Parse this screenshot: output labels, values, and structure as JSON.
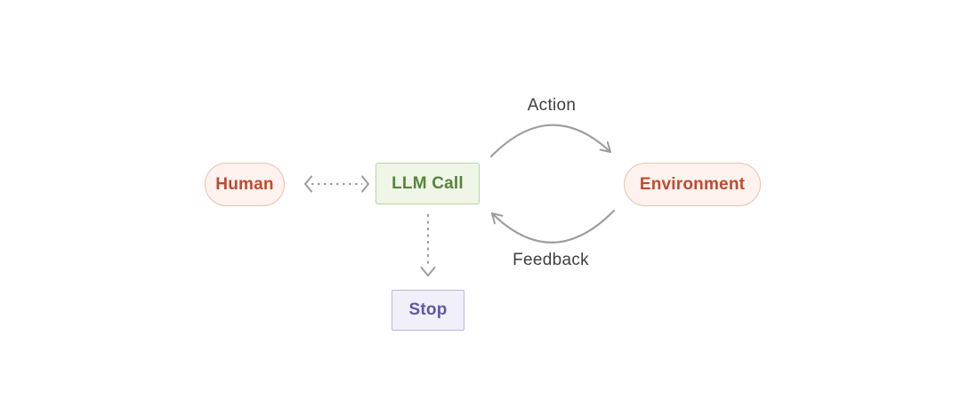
{
  "figure": {
    "title": "agent-environment loop diagram",
    "background": "#ffffff",
    "nodes": {
      "human": {
        "label": "Human",
        "shape": "pill",
        "text_color": "#bf4a31",
        "fill": "#fdf2ed",
        "border": "#e8c0b2"
      },
      "llm_call": {
        "label": "LLM Call",
        "shape": "rect",
        "text_color": "#56853b",
        "fill": "#eff5e7",
        "border": "#b9d2a2"
      },
      "environment": {
        "label": "Environment",
        "shape": "pill",
        "text_color": "#bf4a31",
        "fill": "#fdf2ed",
        "border": "#e8c0b2"
      },
      "stop": {
        "label": "Stop",
        "shape": "rect",
        "text_color": "#5f58a6",
        "fill": "#f1f0fa",
        "border": "#b9b5da"
      }
    },
    "edges": {
      "action": {
        "label": "Action",
        "style": "solid curved arrow"
      },
      "feedback": {
        "label": "Feedback",
        "style": "solid curved arrow"
      },
      "human_llm": {
        "label": "",
        "style": "dashed double-headed arrow"
      },
      "llm_stop": {
        "label": "",
        "style": "dashed arrow"
      }
    },
    "colors": {
      "arrow": "#9c9c9c",
      "edge_label_text": "#3f3f3f"
    }
  }
}
